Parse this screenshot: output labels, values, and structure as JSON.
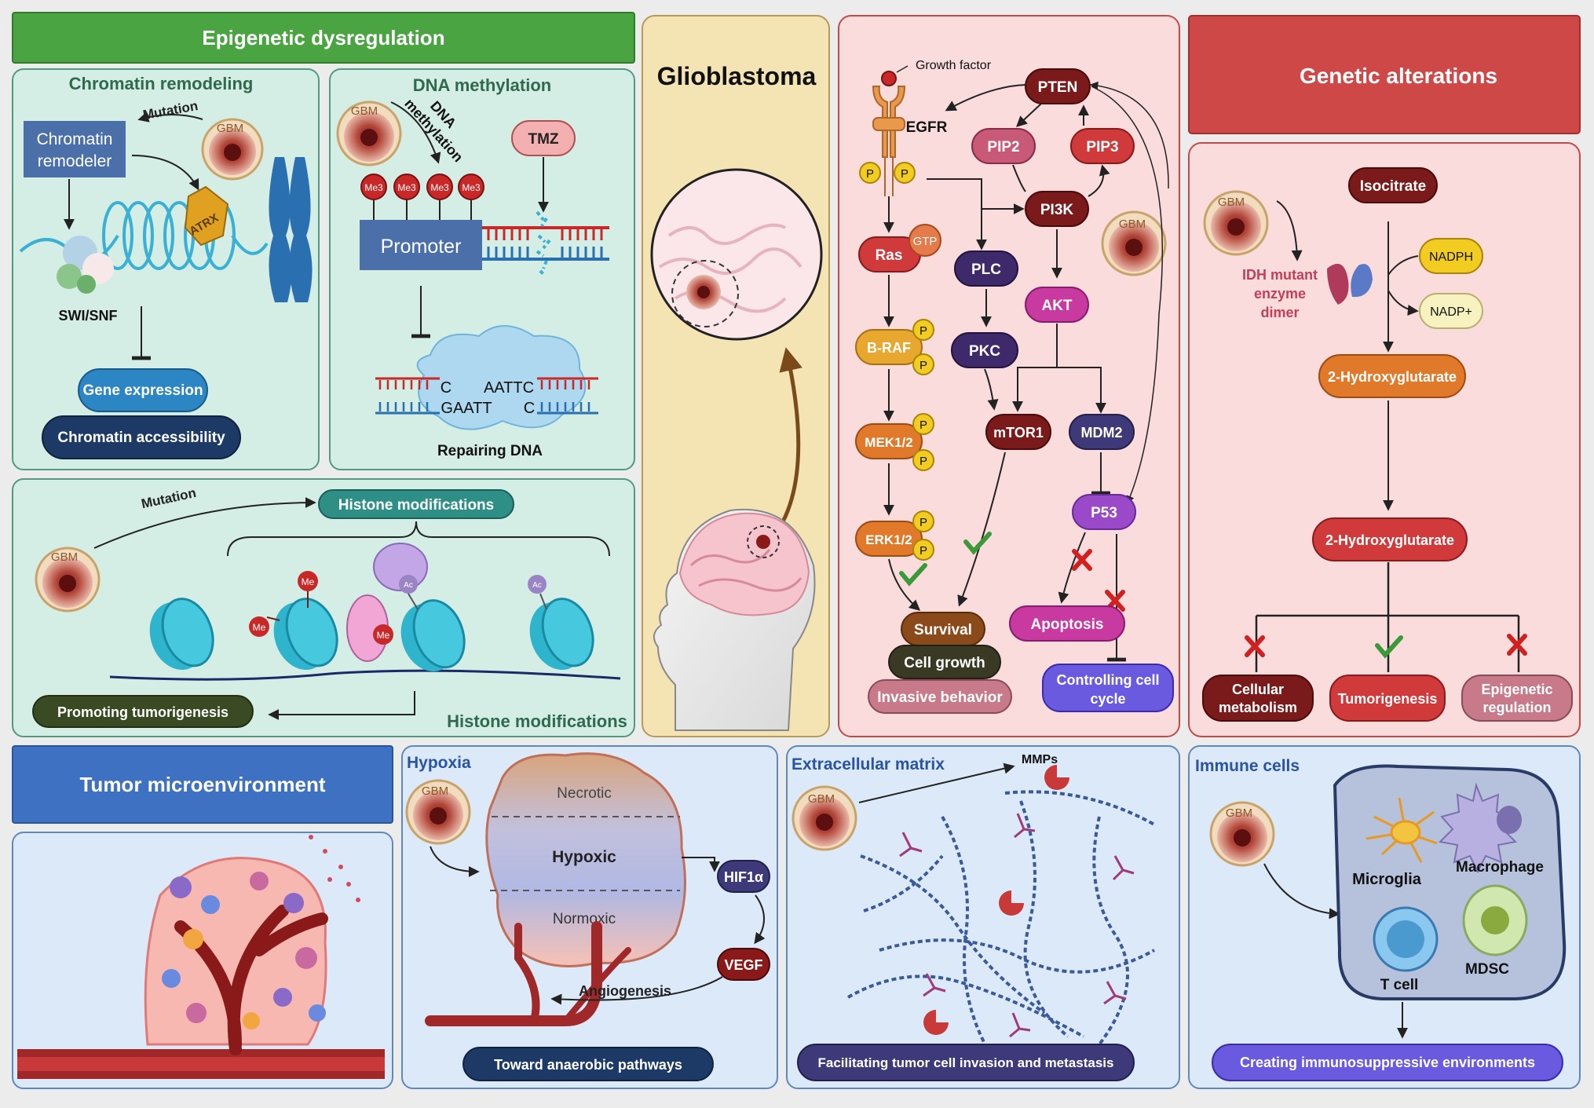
{
  "epigenetic": {
    "header": "Epigenetic dysregulation",
    "chromatin": {
      "title": "Chromatin remodeling",
      "mutation": "Mutation",
      "gbm": "GBM",
      "remodeler": [
        "Chromatin",
        "remodeler"
      ],
      "atrx": "ATRX",
      "swi": "SWI/SNF",
      "gene_expression": "Gene expression",
      "accessibility": "Chromatin accessibility"
    },
    "methylation": {
      "title": "DNA methylation",
      "gbm": "GBM",
      "dna_meth": [
        "DNA",
        "methylation"
      ],
      "me3": "Me3",
      "tmz": "TMZ",
      "promoter": "Promoter",
      "seq_top_left": "C",
      "seq_top_right": "AATTC",
      "seq_bot_left": "GAATT",
      "seq_bot_right": "C",
      "repairing": "Repairing DNA"
    },
    "histone": {
      "mutation": "Mutation",
      "gbm": "GBM",
      "mods_box": "Histone modifications",
      "me": "Me",
      "ac": "Ac",
      "promoting": "Promoting tumorigenesis",
      "title": "Histone modifications"
    }
  },
  "glioblastoma": {
    "title": "Glioblastoma"
  },
  "pathway": {
    "growth_factor": "Growth factor",
    "egfr": "EGFR",
    "p": "P",
    "gtp": "GTP",
    "pten": "PTEN",
    "pip2": "PIP2",
    "pip3": "PIP3",
    "pi3k": "PI3K",
    "gbm": "GBM",
    "ras": "Ras",
    "plc": "PLC",
    "akt": "AKT",
    "braf": "B-RAF",
    "pkc": "PKC",
    "mek": "MEK1/2",
    "mtor": "mTOR1",
    "mdm2": "MDM2",
    "erk": "ERK1/2",
    "p53": "P53",
    "survival": "Survival",
    "cell_growth": "Cell growth",
    "invasive": "Invasive behavior",
    "apoptosis": "Apoptosis",
    "controlling": [
      "Controlling cell",
      "cycle"
    ]
  },
  "genetic": {
    "header": "Genetic alterations",
    "isocitrate": "Isocitrate",
    "gbm": "GBM",
    "idh": [
      "IDH mutant",
      "enzyme",
      "dimer"
    ],
    "nadph": "NADPH",
    "nadp": "NADP+",
    "hg1": "2-Hydroxyglutarate",
    "hg2": "2-Hydroxyglutarate",
    "cellular": [
      "Cellular",
      "metabolism"
    ],
    "tumorigenesis": "Tumorigenesis",
    "epigenetic_reg": [
      "Epigenetic",
      "regulation"
    ]
  },
  "tme": {
    "header": "Tumor microenvironment"
  },
  "hypoxia": {
    "title": "Hypoxia",
    "gbm": "GBM",
    "necrotic": "Necrotic",
    "hypoxic": "Hypoxic",
    "normoxic": "Normoxic",
    "hif": "HIF1α",
    "vegf": "VEGF",
    "angiogenesis": "Angiogenesis",
    "anaerobic": "Toward anaerobic pathways"
  },
  "ecm": {
    "title": "Extracellular matrix",
    "gbm": "GBM",
    "mmps": "MMPs",
    "facilitating": "Facilitating tumor cell invasion and metastasis"
  },
  "immune": {
    "title": "Immune cells",
    "gbm": "GBM",
    "microglia": "Microglia",
    "macrophage": "Macrophage",
    "tcell": "T cell",
    "mdsc": "MDSC",
    "creating": "Creating immunosuppressive environments"
  }
}
